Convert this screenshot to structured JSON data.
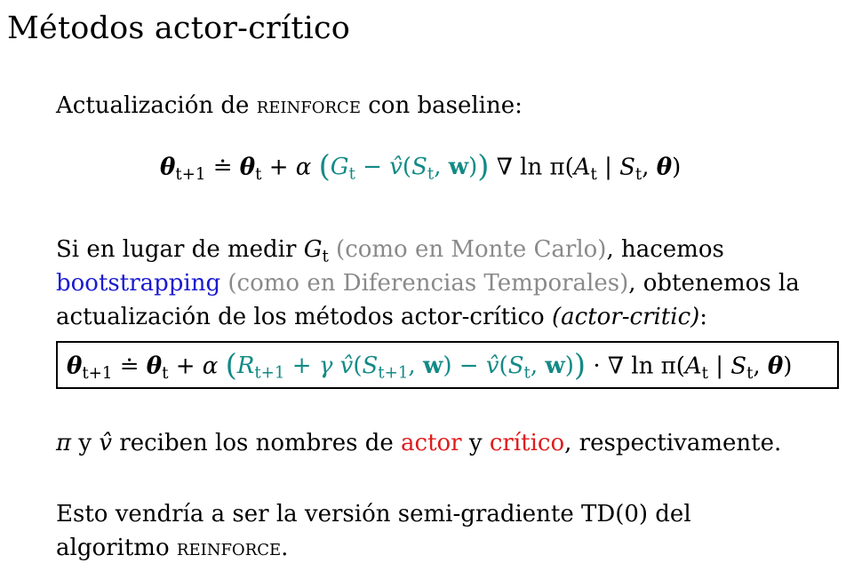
{
  "title": "Métodos actor-crítico",
  "intro": {
    "text_before": "Actualización de ",
    "reinforce": "reinforce",
    "text_after": " con baseline:"
  },
  "eq1": {
    "theta": "θ",
    "sub_t1": "t+1",
    "doteq": " ≐ ",
    "sub_t": "t",
    "plus": " + ",
    "alpha": "α ",
    "G": "G",
    "minus": " − ",
    "vhat": "v̂",
    "S": "S",
    "w": "w",
    "grad_ln_pi": " ∇ ln π(",
    "A": "A",
    "bar": " | ",
    "close": ")"
  },
  "para2": {
    "l1a": "Si en lugar de medir ",
    "G": "G",
    "sub_t": "t",
    "l1grey": " (como en Monte Carlo)",
    "l1b": ", hacemos",
    "l2blue": "bootstrapping",
    "l2grey": " (como en Diferencias Temporales)",
    "l2b": ", obtenemos la",
    "l3a": "actualización de los métodos actor-crítico ",
    "l3i": "(actor-critic)",
    "l3b": ":"
  },
  "eq2": {
    "R": "R",
    "gamma": " + γ ",
    "sub_t1": "t+1",
    "dot_grad": " · ∇ ln π("
  },
  "para3": {
    "pi": "π",
    "y1": " y ",
    "vhat": "v̂",
    "mid": " reciben los nombres de ",
    "actor": "actor",
    "y2": " y ",
    "critico": "crítico",
    "end": ", respectivamente."
  },
  "para4": {
    "l1": "Esto vendría a ser la versión semi-gradiente TD(0) del",
    "l2a": "algoritmo ",
    "reinforce": "reinforce",
    "l2b": "."
  },
  "colors": {
    "teal": "#138a86",
    "blue": "#1a1ad0",
    "red": "#e01b1b",
    "grey": "#8a8a8a"
  }
}
